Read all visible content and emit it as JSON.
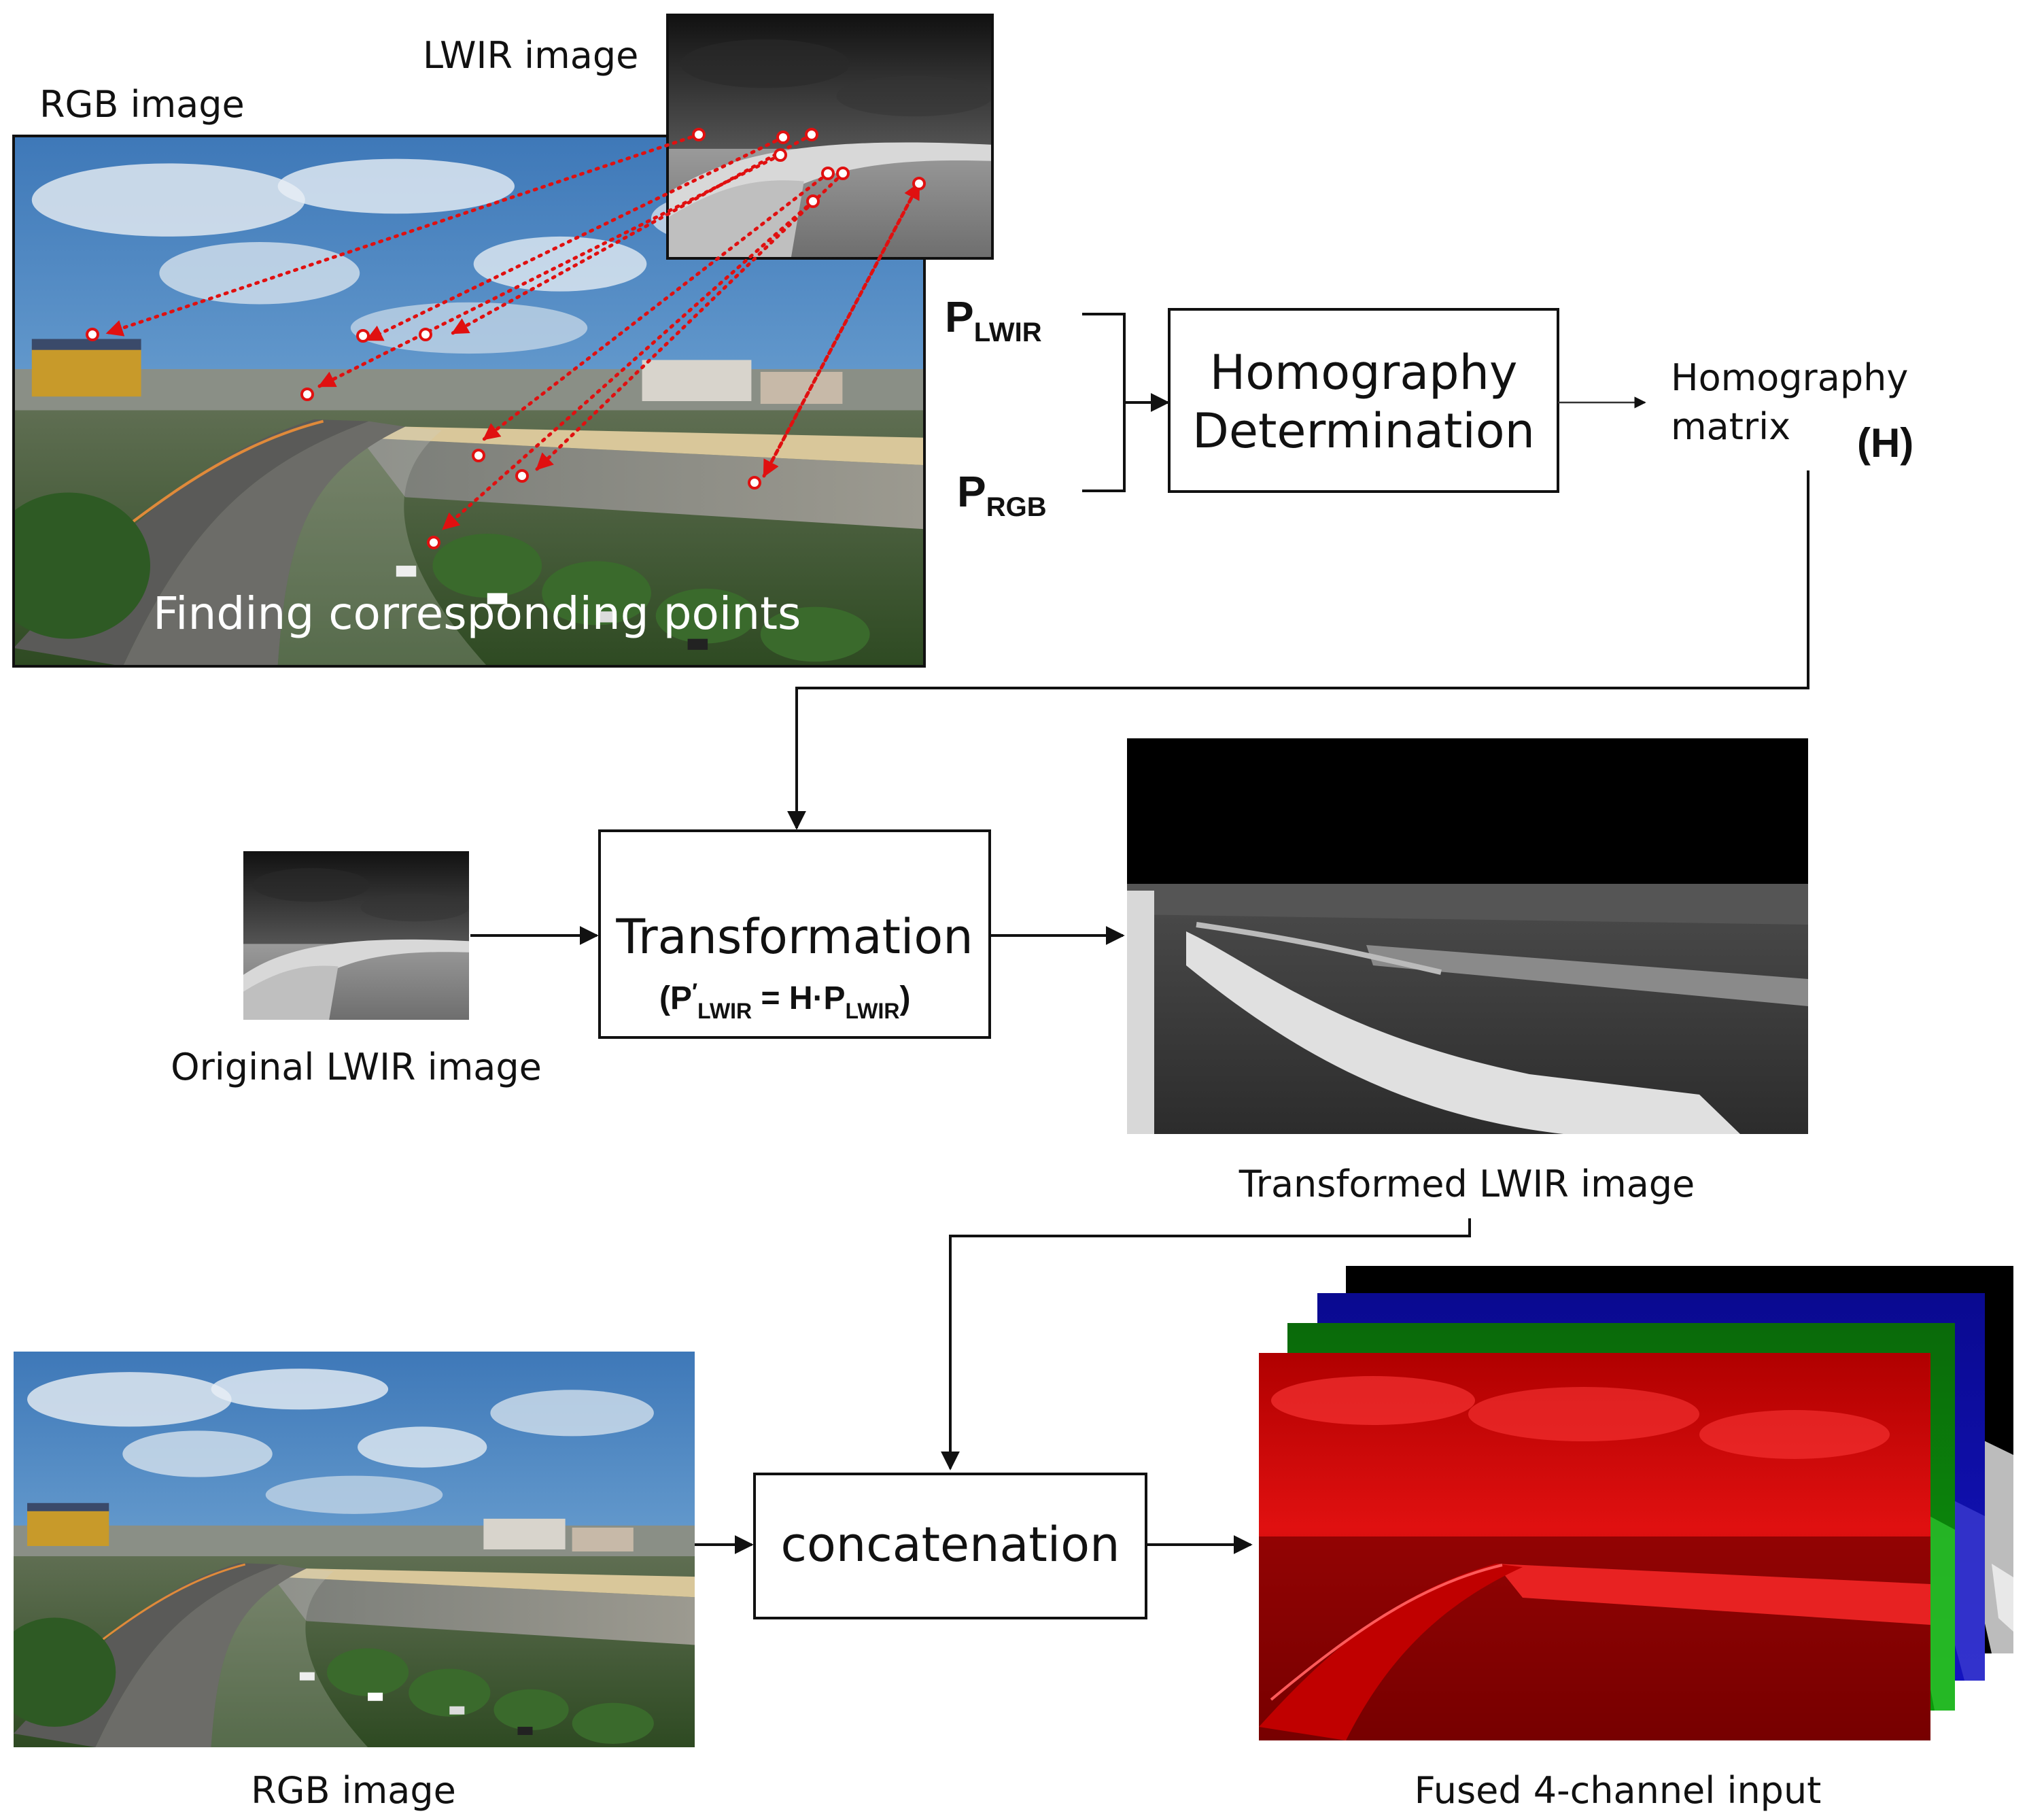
{
  "labels": {
    "rgb_top": "RGB image",
    "lwir_top": "LWIR image",
    "finding": "Finding corresponding points",
    "p_lwir_main": "P",
    "p_lwir_sub": "LWIR",
    "p_rgb_main": "P",
    "p_rgb_sub": "RGB",
    "homography_box_line1": "Homography",
    "homography_box_line2": "Determination",
    "matrix_line1": "Homography",
    "matrix_line2": "matrix",
    "matrix_symbol": "(H)",
    "transformation": "Transformation",
    "formula_open": "(P",
    "formula_prime": "′",
    "formula_sub1": "LWIR",
    "formula_mid": " =  H·P",
    "formula_sub2": "LWIR",
    "formula_close": ")",
    "original_lwir": "Original LWIR image",
    "transformed_lwir": "Transformed LWIR image",
    "concatenation": "concatenation",
    "rgb_bottom": "RGB image",
    "fused": "Fused 4-channel input"
  },
  "colors": {
    "correspondence": "#e01010",
    "channel_red": "#d00000",
    "channel_green": "#0a8a0a",
    "channel_blue": "#0a0ab0",
    "channel_ir": "#000000"
  }
}
